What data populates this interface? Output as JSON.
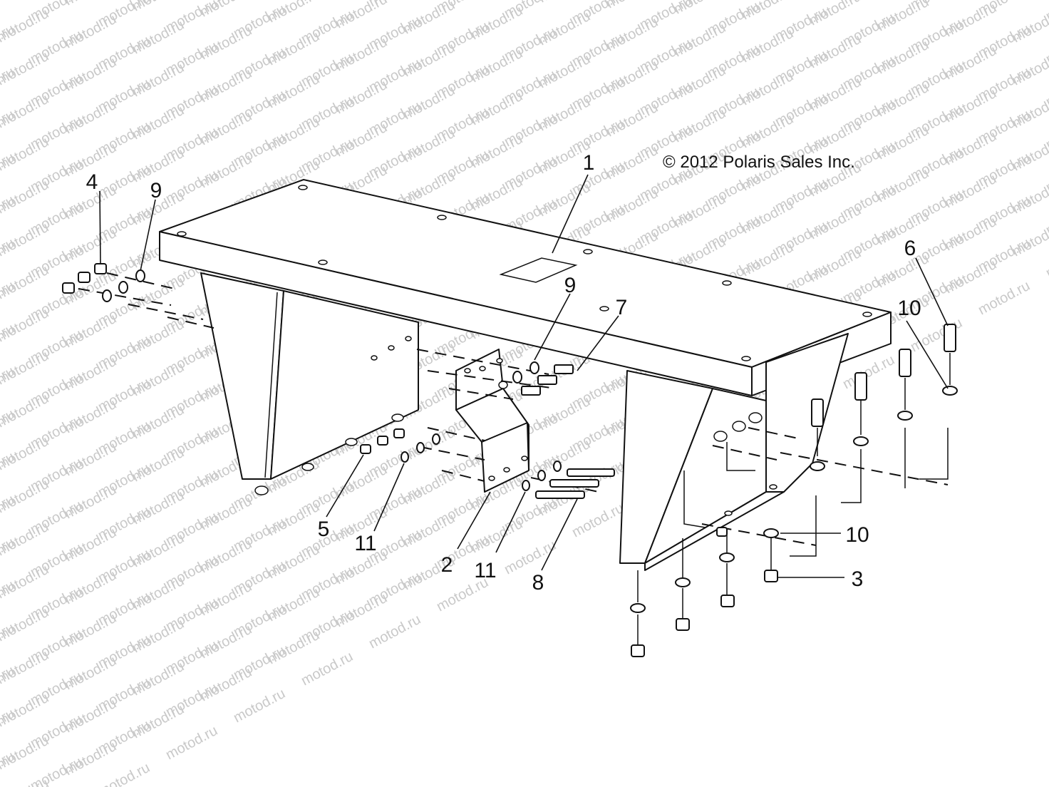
{
  "watermark": {
    "text": "motod.ru"
  },
  "copyright": "© 2012 Polaris Sales Inc.",
  "callouts": [
    {
      "id": "c1",
      "label": "1"
    },
    {
      "id": "c4",
      "label": "4"
    },
    {
      "id": "c9a",
      "label": "9"
    },
    {
      "id": "c9b",
      "label": "9"
    },
    {
      "id": "c7",
      "label": "7"
    },
    {
      "id": "c6",
      "label": "6"
    },
    {
      "id": "c10a",
      "label": "10"
    },
    {
      "id": "c10b",
      "label": "10"
    },
    {
      "id": "c3",
      "label": "3"
    },
    {
      "id": "c5",
      "label": "5"
    },
    {
      "id": "c11a",
      "label": "11"
    },
    {
      "id": "c2",
      "label": "2"
    },
    {
      "id": "c11b",
      "label": "11"
    },
    {
      "id": "c8",
      "label": "8"
    }
  ]
}
